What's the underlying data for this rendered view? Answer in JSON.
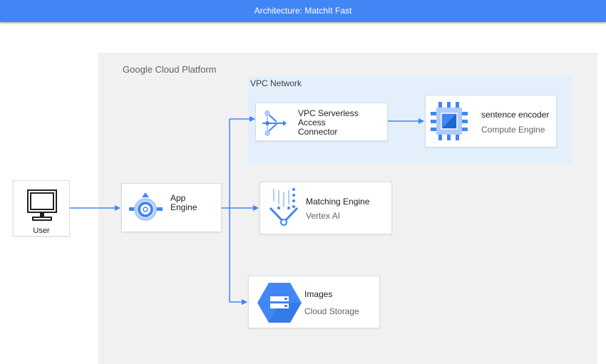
{
  "title": "Architecture: MatchIt Fast",
  "zones": {
    "gcp": "Google Cloud Platform",
    "vpc": "VPC Network"
  },
  "nodes": {
    "user": {
      "label": "User",
      "icon": "monitor-icon"
    },
    "app_engine": {
      "label": "App\nEngine",
      "icon": "app-engine-icon"
    },
    "vpc_connector": {
      "label": "VPC Serverless\nAccess\nConnector",
      "icon": "vpc-connector-icon"
    },
    "compute": {
      "label": "sentence encoder",
      "sublabel": "Compute Engine",
      "icon": "compute-engine-icon"
    },
    "matching": {
      "label": "Matching Engine",
      "sublabel": "Vertex AI",
      "icon": "vertex-ai-icon"
    },
    "storage": {
      "label": "Images",
      "sublabel": "Cloud Storage",
      "icon": "cloud-storage-icon"
    }
  },
  "colors": {
    "accent": "#4285f4",
    "light_icon": "#aecbfa",
    "gcp_background": "#f1f1f1",
    "vpc_background": "#e3f0fc"
  }
}
